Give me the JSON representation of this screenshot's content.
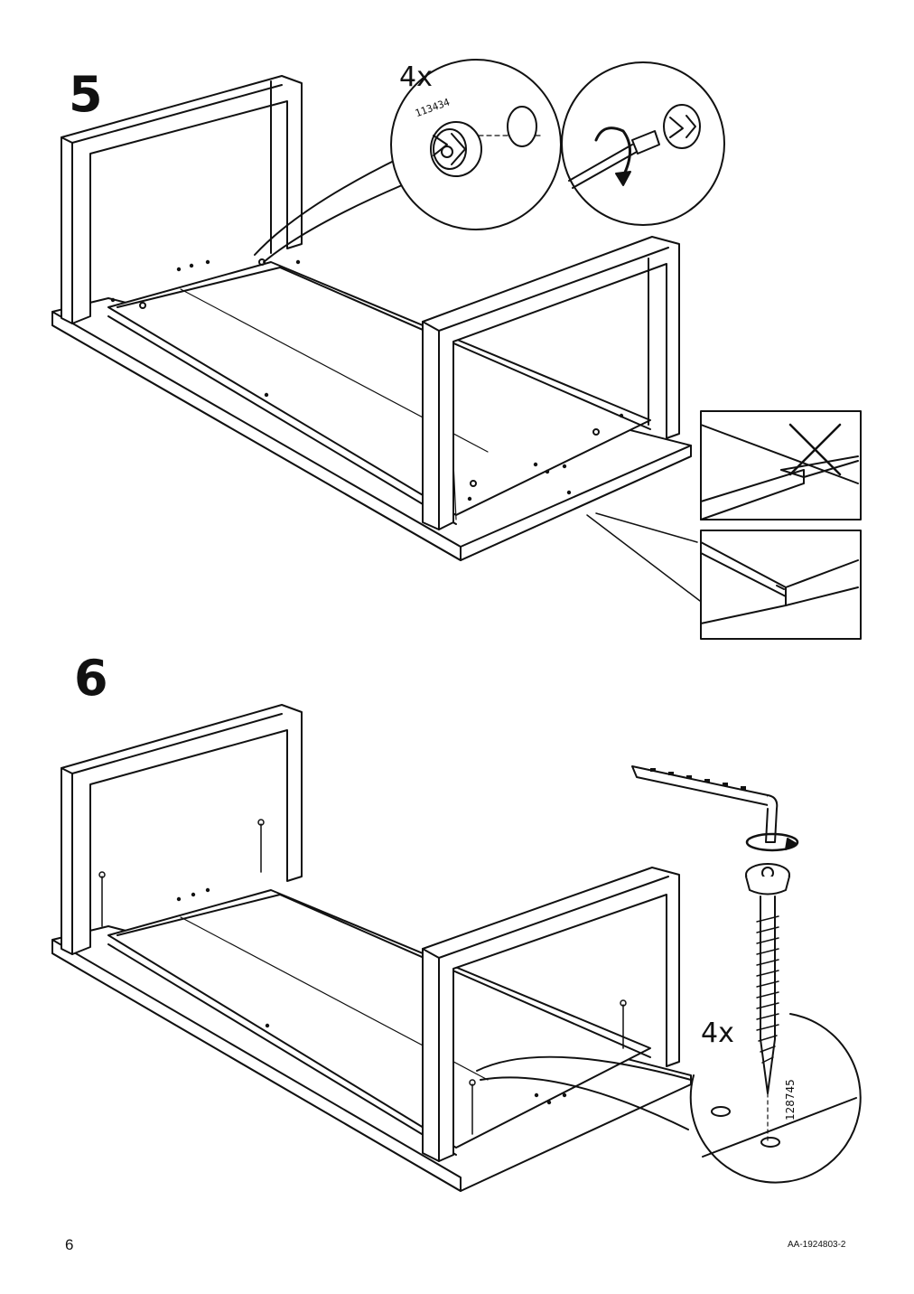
{
  "steps": [
    {
      "number": "5",
      "quantity": "4x",
      "part_number": "113434"
    },
    {
      "number": "6",
      "quantity": "4x",
      "part_number": "128745"
    }
  ],
  "footer": {
    "page_number": "6",
    "document_code": "AA-1924803-2"
  },
  "icons": {
    "step5": [
      "table-frame-illustration",
      "cam-lock-icon",
      "rotate-arrow-icon",
      "incorrect-joint-panel",
      "correct-joint-panel",
      "cross-mark-icon"
    ],
    "step6": [
      "table-frame-illustration",
      "allen-key-icon",
      "rotate-arrow-icon",
      "screw-icon",
      "detail-circle"
    ]
  }
}
